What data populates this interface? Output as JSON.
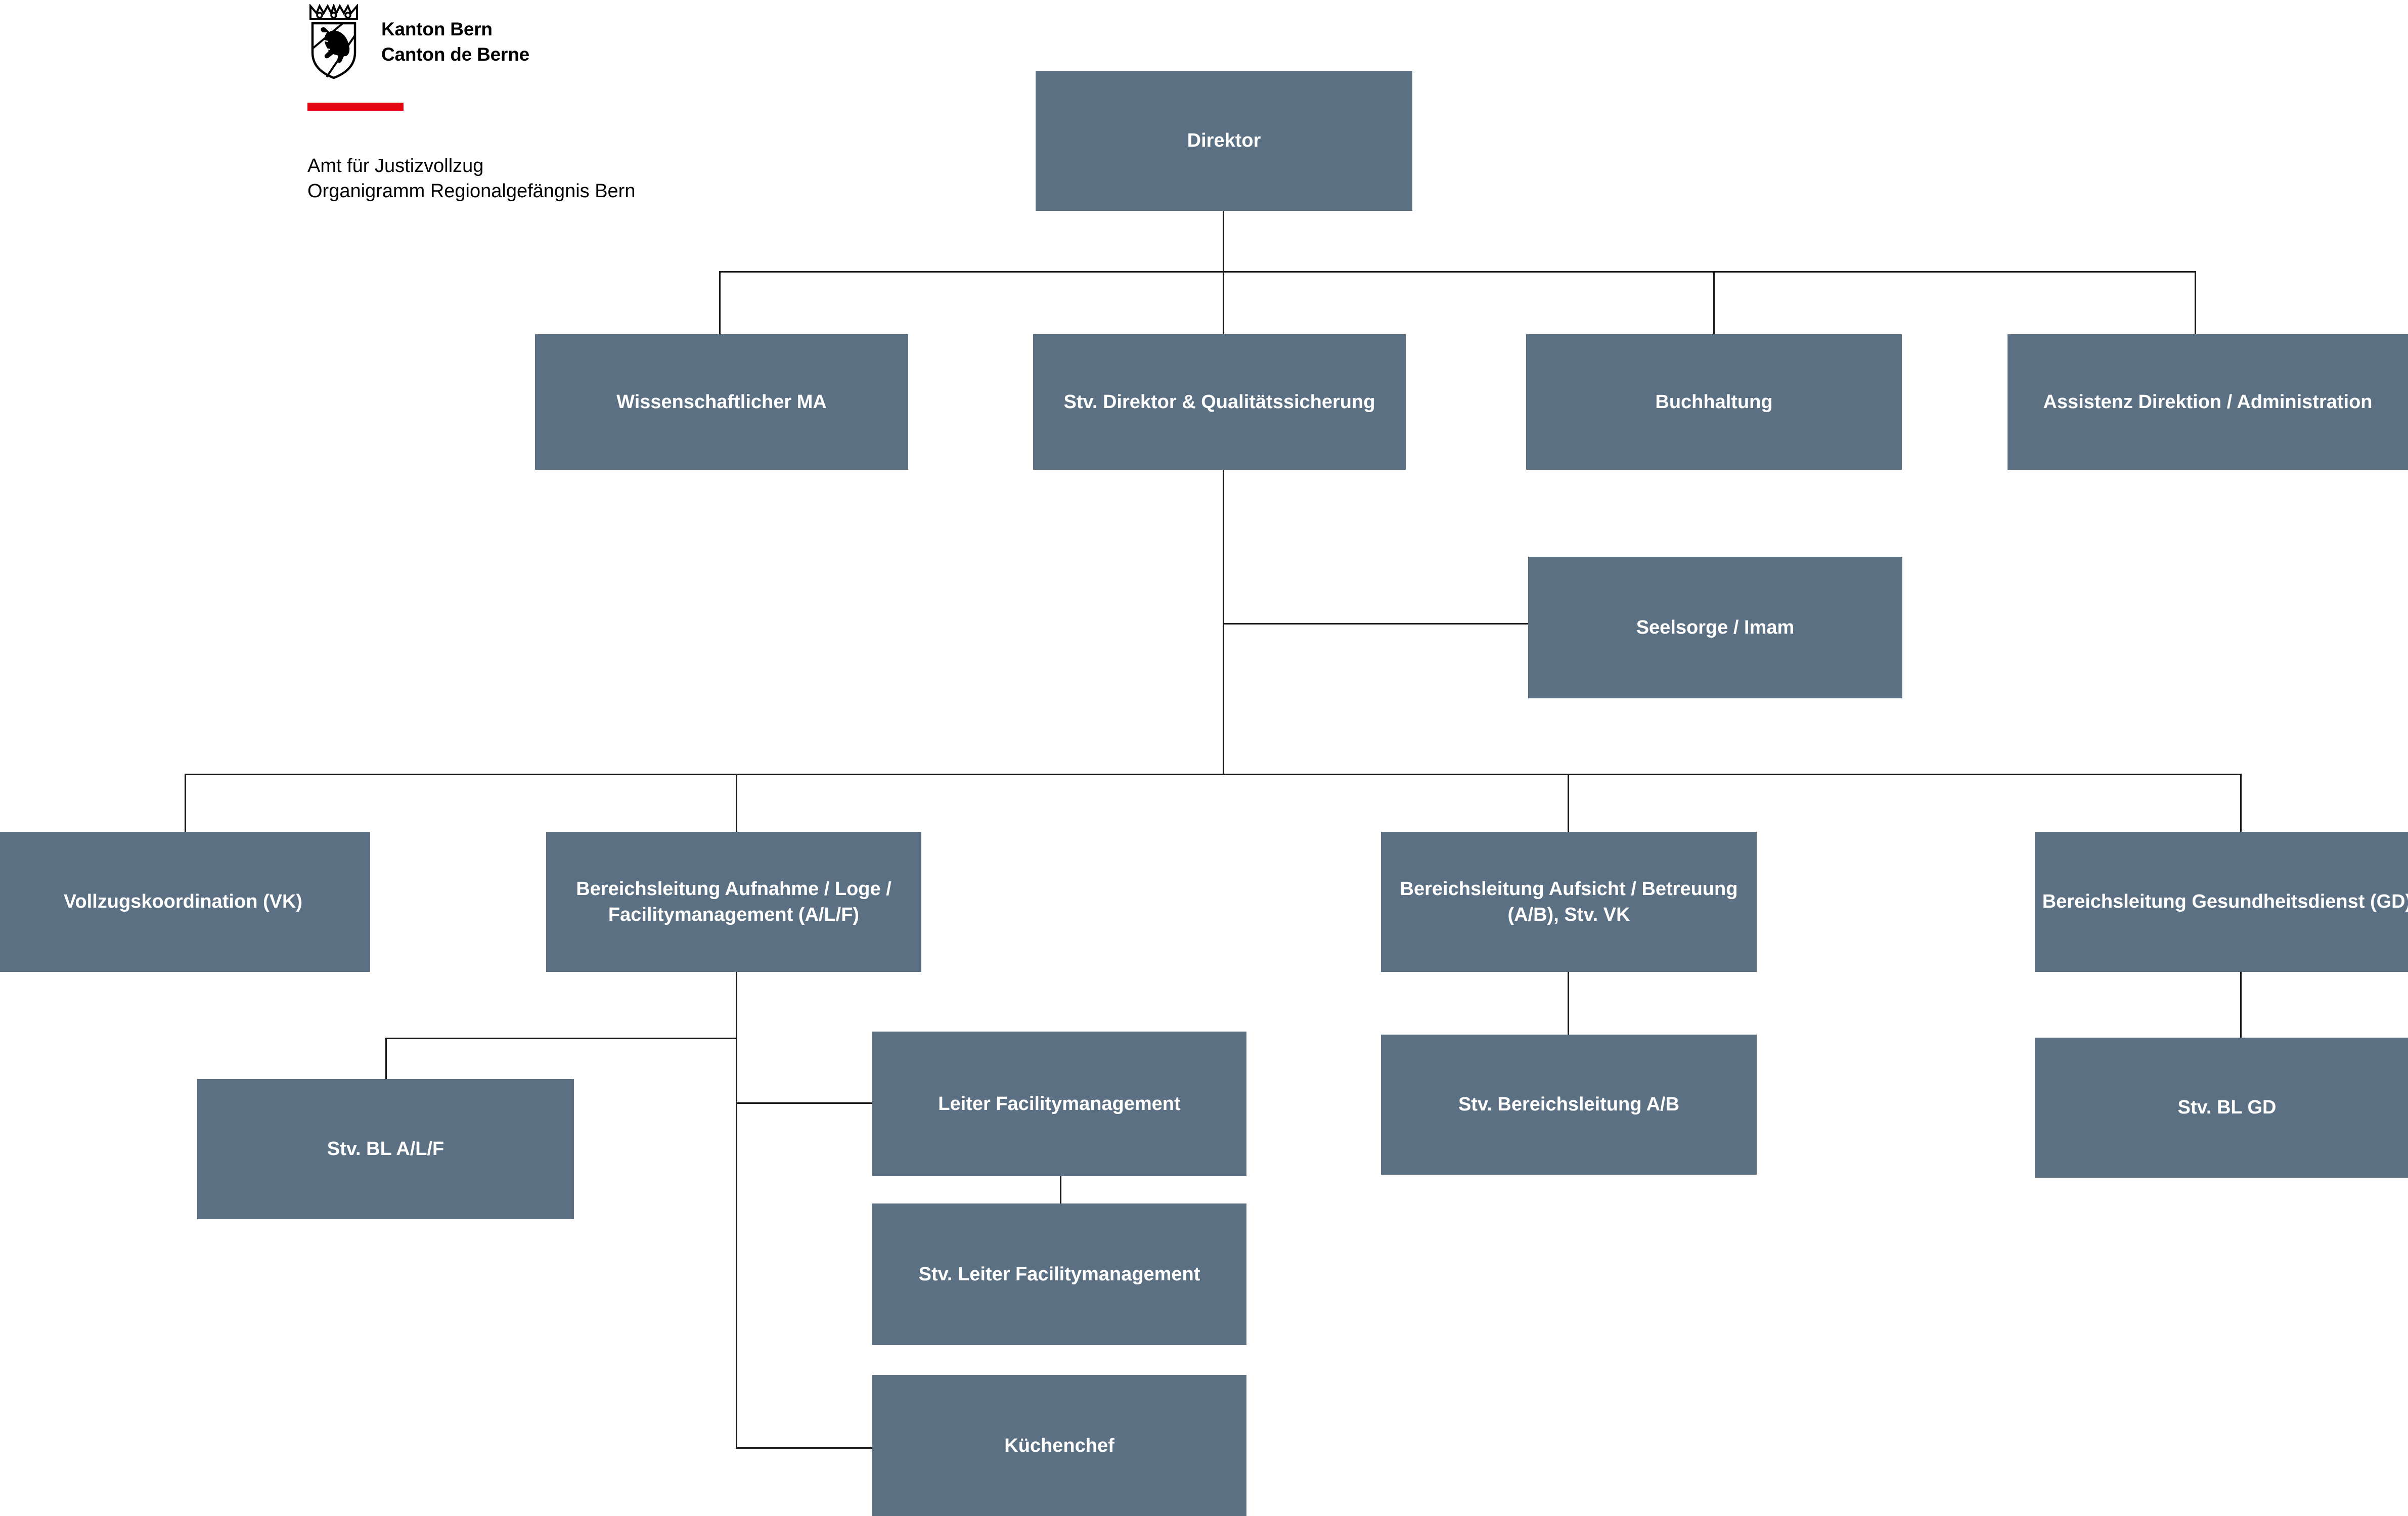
{
  "header": {
    "coat_of_arms_alt": "bern-coat-of-arms",
    "name_de": "Kanton Bern",
    "name_fr": "Canton de Berne",
    "accent_color": "#e30613",
    "subtitle_line1": "Amt für Justizvollzug",
    "subtitle_line2": "Organigramm Regionalgefängnis Bern"
  },
  "theme": {
    "node_fill": "#5c7084",
    "node_text": "#ffffff",
    "line_color": "#1a1a1a",
    "background": "#ffffff"
  },
  "chart_data": {
    "type": "diagram",
    "title": "Organigramm Regionalgefängnis Bern",
    "nodes": [
      {
        "id": "direktor",
        "label": "Direktor",
        "level": 0
      },
      {
        "id": "wiss-ma",
        "label": "Wissenschaftlicher MA",
        "level": 1
      },
      {
        "id": "stv-direktor",
        "label": "Stv. Direktor & Qualitätssicherung",
        "level": 1
      },
      {
        "id": "buchhaltung",
        "label": "Buchhaltung",
        "level": 1
      },
      {
        "id": "assistenz",
        "label": "Assistenz Direktion / Administration",
        "level": 1
      },
      {
        "id": "seelsorge",
        "label": "Seelsorge / Imam",
        "level": 2
      },
      {
        "id": "vk",
        "label": "Vollzugskoordination (VK)",
        "level": 3
      },
      {
        "id": "bl-alf",
        "label": "Bereichsleitung Aufnahme / Loge / Facilitymanagement (A/L/F)",
        "level": 3
      },
      {
        "id": "bl-ab",
        "label": "Bereichsleitung Aufsicht / Betreuung (A/B), Stv. VK",
        "level": 3
      },
      {
        "id": "bl-gd",
        "label": "Bereichsleitung Gesundheitsdienst (GD)",
        "level": 3
      },
      {
        "id": "stv-bl-alf",
        "label": "Stv. BL A/L/F",
        "level": 4
      },
      {
        "id": "leiter-fm",
        "label": "Leiter Facilitymanagement",
        "level": 4
      },
      {
        "id": "stv-leiter-fm",
        "label": "Stv. Leiter Facilitymanagement",
        "level": 5
      },
      {
        "id": "kuechenchef",
        "label": "Küchenchef",
        "level": 4
      },
      {
        "id": "stv-bl-ab",
        "label": "Stv. Bereichsleitung A/B",
        "level": 4
      },
      {
        "id": "stv-bl-gd",
        "label": "Stv. BL GD",
        "level": 4
      }
    ],
    "edges": [
      {
        "from": "direktor",
        "to": "wiss-ma"
      },
      {
        "from": "direktor",
        "to": "stv-direktor"
      },
      {
        "from": "direktor",
        "to": "buchhaltung"
      },
      {
        "from": "direktor",
        "to": "assistenz"
      },
      {
        "from": "stv-direktor",
        "to": "seelsorge"
      },
      {
        "from": "stv-direktor",
        "to": "vk"
      },
      {
        "from": "stv-direktor",
        "to": "bl-alf"
      },
      {
        "from": "stv-direktor",
        "to": "bl-ab"
      },
      {
        "from": "stv-direktor",
        "to": "bl-gd"
      },
      {
        "from": "bl-alf",
        "to": "stv-bl-alf"
      },
      {
        "from": "bl-alf",
        "to": "leiter-fm"
      },
      {
        "from": "bl-alf",
        "to": "kuechenchef"
      },
      {
        "from": "leiter-fm",
        "to": "stv-leiter-fm"
      },
      {
        "from": "bl-ab",
        "to": "stv-bl-ab"
      },
      {
        "from": "bl-gd",
        "to": "stv-bl-gd"
      }
    ]
  },
  "nodes": {
    "direktor": {
      "label": "Direktor"
    },
    "wiss_ma": {
      "label": "Wissenschaftlicher MA"
    },
    "stv_direktor": {
      "label": "Stv. Direktor & Qualitätssicherung"
    },
    "buchhaltung": {
      "label": "Buchhaltung"
    },
    "assistenz": {
      "label": "Assistenz Direktion / Administration"
    },
    "seelsorge": {
      "label": "Seelsorge / Imam"
    },
    "vk": {
      "label": "Vollzugskoordination (VK)"
    },
    "bl_alf": {
      "label": "Bereichsleitung Aufnahme / Loge / Facilitymanagement (A/L/F)"
    },
    "bl_ab": {
      "label": "Bereichsleitung Aufsicht / Betreuung (A/B), Stv. VK"
    },
    "bl_gd": {
      "label": "Bereichsleitung Gesundheitsdienst (GD)"
    },
    "stv_bl_alf": {
      "label": "Stv. BL A/L/F"
    },
    "leiter_fm": {
      "label": "Leiter Facilitymanagement"
    },
    "stv_leiter_fm": {
      "label": "Stv. Leiter Facilitymanagement"
    },
    "kuechenchef": {
      "label": "Küchenchef"
    },
    "stv_bl_ab": {
      "label": "Stv. Bereichsleitung A/B"
    },
    "stv_bl_gd": {
      "label": "Stv. BL GD"
    }
  }
}
